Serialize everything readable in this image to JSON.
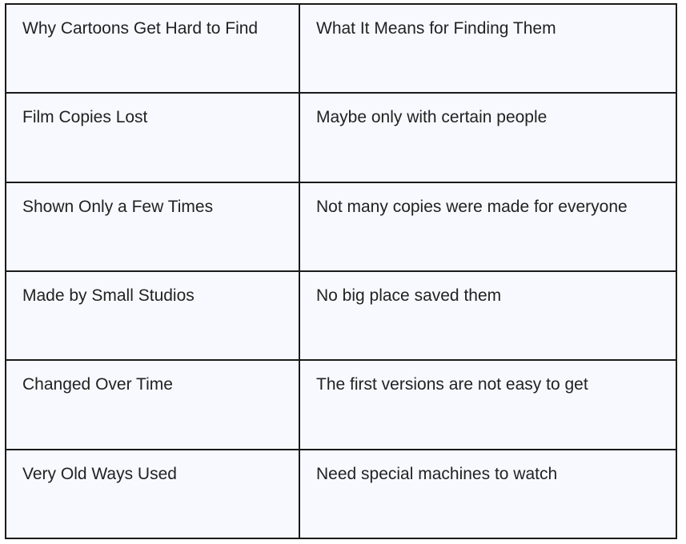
{
  "table": {
    "rows": [
      {
        "cause": "Why Cartoons Get Hard to Find",
        "meaning": "What It Means for Finding Them"
      },
      {
        "cause": "Film Copies Lost",
        "meaning": "Maybe only with certain people"
      },
      {
        "cause": "Shown Only a Few Times",
        "meaning": "Not many copies were made for everyone"
      },
      {
        "cause": "Made by Small Studios",
        "meaning": "No big place saved them"
      },
      {
        "cause": "Changed Over Time",
        "meaning": "The first versions are not easy to get"
      },
      {
        "cause": "Very Old Ways Used",
        "meaning": "Need special machines to watch"
      }
    ]
  }
}
